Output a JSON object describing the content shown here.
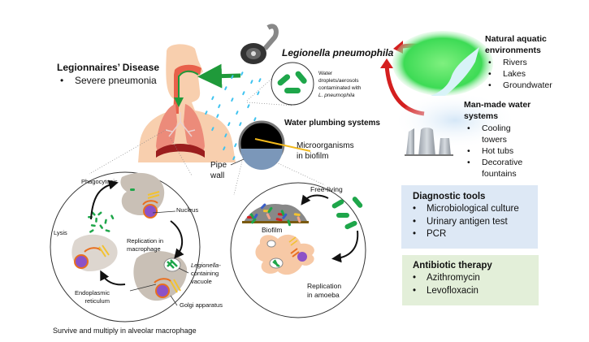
{
  "disease": {
    "title": "Legionnaires’ Disease",
    "items": [
      "Severe pneumonia"
    ]
  },
  "pathogen": {
    "title": "Legionella pneumophila",
    "droplet_caption_lines": [
      "Water",
      "droplets/aerosols",
      "contaminated with",
      "L. pneumophila"
    ]
  },
  "natural_sources": {
    "title_lines": [
      "Natural aquatic",
      "environments"
    ],
    "items": [
      "Rivers",
      "Lakes",
      "Groundwater"
    ]
  },
  "manmade_sources": {
    "title_lines": [
      "Man-made water",
      "systems"
    ],
    "items": [
      [
        "Cooling",
        "towers"
      ],
      [
        "Hot tubs"
      ],
      [
        "Decorative",
        "fountains"
      ]
    ]
  },
  "plumbing": {
    "title": "Water plumbing systems",
    "pipe_label_lines": [
      "Pipe",
      "wall"
    ],
    "biofilm_label_lines": [
      "Microorganisms",
      "in biofilm"
    ]
  },
  "amoeba_cycle": {
    "free_living": "Free-living",
    "biofilm": "Biofilm",
    "replication_lines": [
      "Replication",
      "in amoeba"
    ]
  },
  "macrophage_cycle": {
    "phagocytosis": "Phagocytosis",
    "nucleus": "Nucleus",
    "lysis": "Lysis",
    "replication_lines": [
      "Replication in",
      "macrophage"
    ],
    "vacuole_lines": [
      "Legionella-",
      "containing",
      "vacuole"
    ],
    "er_lines": [
      "Endoplasmic",
      "reticulum"
    ],
    "golgi": "Golgi apparatus",
    "caption": "Survive and multiply in alveolar macrophage"
  },
  "diagnostic": {
    "title": "Diagnostic tools",
    "items": [
      "Microbiological culture",
      "Urinary antigen test",
      "PCR"
    ],
    "bg_color": "#dde8f5"
  },
  "therapy": {
    "title": "Antibiotic therapy",
    "items": [
      "Azithromycin",
      "Levofloxacin"
    ],
    "bg_color": "#e3efd9"
  },
  "colors": {
    "skin": "#f8cfae",
    "lung": "#ec8b7a",
    "airway": "#e8604a",
    "inhale_arrow": "#1f9a3a",
    "source_arrow": "#d41f1f",
    "bacteria": "#1ea64a",
    "droplet": "#3ec3f0",
    "cell": "#c9c0b6",
    "nucleus": "#8c52c7",
    "er": "#e96f1f",
    "golgi": "#f2c230",
    "amoeba": "#f7c9a6"
  }
}
